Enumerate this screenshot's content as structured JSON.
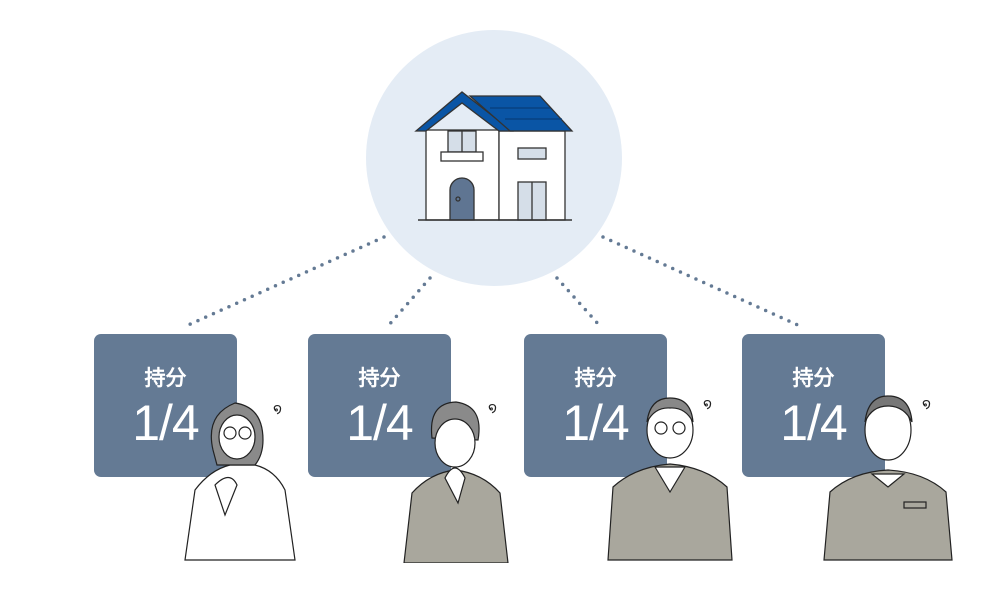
{
  "shares": [
    {
      "label": "持分",
      "fraction": "1/4"
    },
    {
      "label": "持分",
      "fraction": "1/4"
    },
    {
      "label": "持分",
      "fraction": "1/4"
    },
    {
      "label": "持分",
      "fraction": "1/4"
    }
  ],
  "colors": {
    "box": "#647a94",
    "circle": "#e4ecf5",
    "roof": "#0a55a5",
    "dots": "#647a94"
  }
}
